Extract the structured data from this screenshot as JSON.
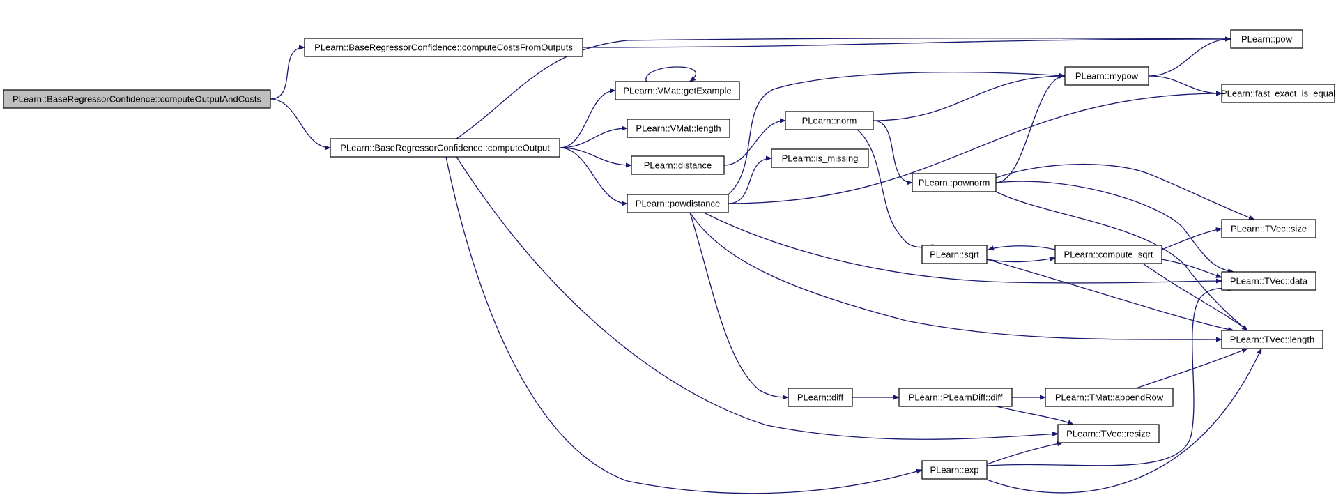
{
  "graph": {
    "edge_color": "#191970",
    "root_fill": "#bfbfbf",
    "node_fill": "#ffffff",
    "nodes": [
      {
        "id": "root",
        "label": "PLearn::BaseRegressorConfidence::computeOutputAndCosts",
        "root": true
      },
      {
        "id": "ccfo",
        "label": "PLearn::BaseRegressorConfidence::computeCostsFromOutputs"
      },
      {
        "id": "co",
        "label": "PLearn::BaseRegressorConfidence::computeOutput"
      },
      {
        "id": "pow",
        "label": "PLearn::pow"
      },
      {
        "id": "getex",
        "label": "PLearn::VMat::getExample"
      },
      {
        "id": "vmlen",
        "label": "PLearn::VMat::length"
      },
      {
        "id": "dist",
        "label": "PLearn::distance"
      },
      {
        "id": "powdist",
        "label": "PLearn::powdistance"
      },
      {
        "id": "norm",
        "label": "PLearn::norm"
      },
      {
        "id": "ismiss",
        "label": "PLearn::is_missing"
      },
      {
        "id": "mypow",
        "label": "PLearn::mypow"
      },
      {
        "id": "fexact",
        "label": "PLearn::fast_exact_is_equal"
      },
      {
        "id": "pownorm",
        "label": "PLearn::pownorm"
      },
      {
        "id": "sqrt",
        "label": "PLearn::sqrt"
      },
      {
        "id": "csqrt",
        "label": "PLearn::compute_sqrt"
      },
      {
        "id": "tsize",
        "label": "PLearn::TVec::size"
      },
      {
        "id": "tdata",
        "label": "PLearn::TVec::data"
      },
      {
        "id": "tlen",
        "label": "PLearn::TVec::length"
      },
      {
        "id": "diff",
        "label": "PLearn::diff"
      },
      {
        "id": "pldiff",
        "label": "PLearn::PLearnDiff::diff"
      },
      {
        "id": "append",
        "label": "PLearn::TMat::appendRow"
      },
      {
        "id": "resize",
        "label": "PLearn::TVec::resize"
      },
      {
        "id": "exp",
        "label": "PLearn::exp"
      }
    ],
    "edges": [
      [
        "root",
        "ccfo"
      ],
      [
        "root",
        "co"
      ],
      [
        "ccfo",
        "pow"
      ],
      [
        "co",
        "pow"
      ],
      [
        "co",
        "getex"
      ],
      [
        "co",
        "vmlen"
      ],
      [
        "co",
        "dist"
      ],
      [
        "co",
        "powdist"
      ],
      [
        "co",
        "resize"
      ],
      [
        "co",
        "exp"
      ],
      [
        "getex",
        "getex"
      ],
      [
        "dist",
        "norm"
      ],
      [
        "norm",
        "mypow"
      ],
      [
        "norm",
        "pownorm"
      ],
      [
        "norm",
        "sqrt"
      ],
      [
        "powdist",
        "mypow"
      ],
      [
        "powdist",
        "ismiss"
      ],
      [
        "powdist",
        "fexact"
      ],
      [
        "powdist",
        "tdata"
      ],
      [
        "powdist",
        "tlen"
      ],
      [
        "powdist",
        "diff"
      ],
      [
        "mypow",
        "pow"
      ],
      [
        "mypow",
        "fexact"
      ],
      [
        "pownorm",
        "mypow"
      ],
      [
        "pownorm",
        "tsize"
      ],
      [
        "pownorm",
        "tdata"
      ],
      [
        "pownorm",
        "tlen"
      ],
      [
        "sqrt",
        "csqrt"
      ],
      [
        "sqrt",
        "tlen"
      ],
      [
        "csqrt",
        "sqrt"
      ],
      [
        "csqrt",
        "tsize"
      ],
      [
        "csqrt",
        "tdata"
      ],
      [
        "csqrt",
        "tlen"
      ],
      [
        "diff",
        "pldiff"
      ],
      [
        "pldiff",
        "append"
      ],
      [
        "pldiff",
        "resize"
      ],
      [
        "append",
        "tlen"
      ],
      [
        "exp",
        "resize"
      ],
      [
        "exp",
        "tdata"
      ],
      [
        "exp",
        "tlen"
      ]
    ]
  }
}
